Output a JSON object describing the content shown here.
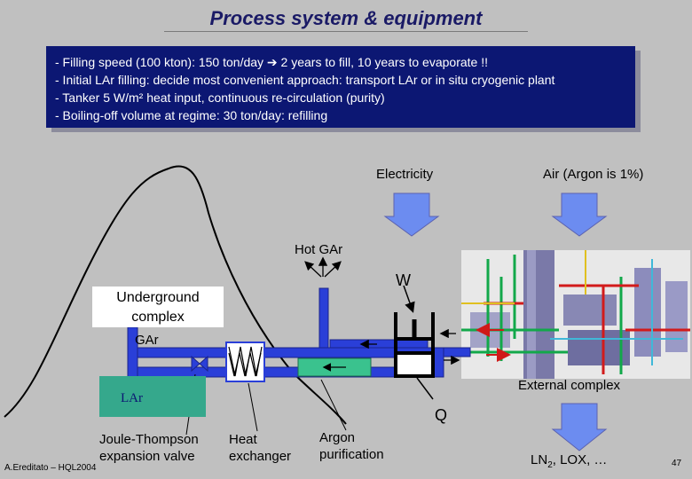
{
  "title": "Process system & equipment",
  "banner": {
    "lines": [
      "- Filling speed (100 kton): 150 ton/day ➔ 2 years to fill, 10 years to evaporate !!",
      "- Initial LAr filling: decide most convenient approach: transport LAr or in situ cryogenic plant",
      "- Tanker 5 W/m² heat input, continuous re-circulation (purity)",
      "- Boiling-off volume at regime: 30 ton/day: refilling"
    ]
  },
  "labels": {
    "electricity": "Electricity",
    "air": "Air (Argon is 1%)",
    "hot_gar": "Hot GAr",
    "w": "W",
    "underground_line1": "Underground",
    "underground_line2": "complex",
    "gar": "GAr",
    "lar": "LAr",
    "external_complex": "External complex",
    "q": "Q",
    "jt_line1": "Joule-Thompson",
    "jt_line2": "expansion valve",
    "hx_line1": "Heat",
    "hx_line2": "exchanger",
    "argon_line1": "Argon",
    "argon_line2": "purification",
    "products_a": "LN",
    "products_sub": "2",
    "products_b": ", LOX, …"
  },
  "footer": {
    "author": "A.Ereditato – HQL2004",
    "slide_number": "47"
  },
  "colors": {
    "banner_bg": "#0c1773",
    "pipe_blue": "#2a3fd8",
    "arrow_blue": "#6c8cf0",
    "lar_green": "#35a88c",
    "purifier_green": "#3ac28e"
  }
}
